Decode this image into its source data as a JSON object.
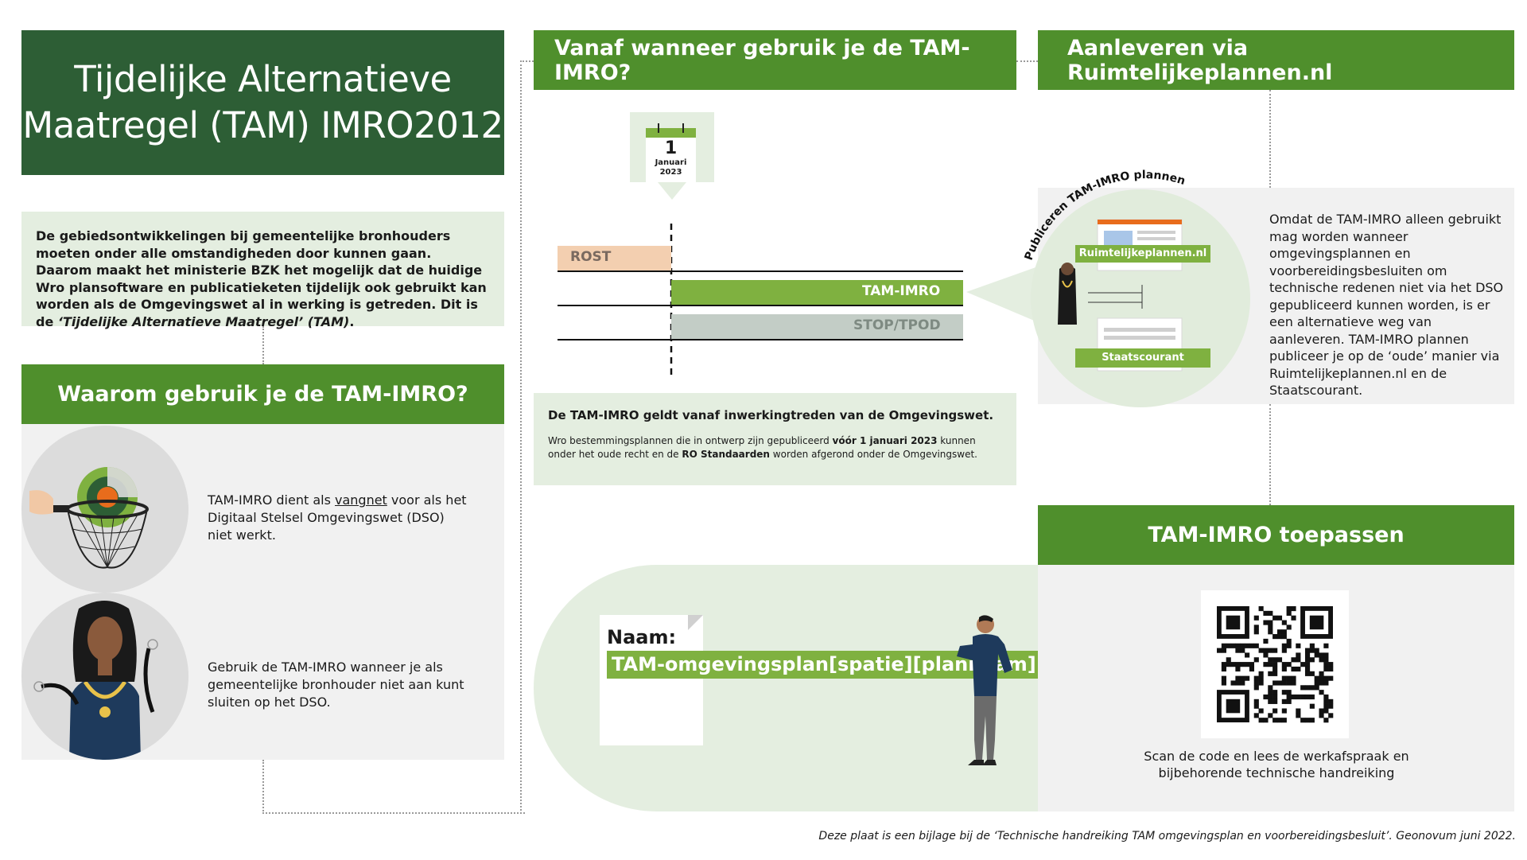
{
  "title": {
    "line1": "Tijdelijke Alternatieve",
    "line2": "Maatregel (TAM) IMRO2012"
  },
  "intro": {
    "text": "De gebiedsontwikkelingen bij gemeentelijke bronhouders moeten onder alle omstandigheden door kunnen gaan. Daarom maakt het ministerie BZK het mogelijk dat de huidige Wro plansoftware en publicatieketen tijdelijk ook gebruikt kan worden als de Omgevingswet al in werking is getreden. Dit is de ",
    "emph": "‘Tijdelijke Alternatieve Maatregel’ (TAM)",
    "end": "."
  },
  "why": {
    "heading": "Waarom gebruik je de TAM-IMRO?",
    "item1_pre": "TAM-IMRO dient als ",
    "item1_link": "vangnet",
    "item1_post": " voor als het Digitaal Stelsel Omgevingswet (DSO) niet werkt.",
    "item2": "Gebruik de TAM-IMRO wanneer je als gemeentelijke bronhouder niet aan kunt sluiten op het DSO."
  },
  "when": {
    "heading": "Vanaf wanneer gebruik je de TAM-IMRO?",
    "calendar_day": "1",
    "calendar_month": "Januari",
    "calendar_year": "2023",
    "bars": [
      "ROST",
      "TAM-IMRO",
      "STOP/TPOD"
    ],
    "note_big": "De TAM-IMRO geldt vanaf inwerkingtreden van de Omgevingswet.",
    "note_small_1": "Wro bestemmingsplannen die in ontwerp zijn gepubliceerd ",
    "note_small_b1": "vóór 1 januari 2023",
    "note_small_2": " kunnen onder het oude recht en de ",
    "note_small_b2": "RO Standaarden",
    "note_small_3": " worden afgerond onder de Omgevingswet."
  },
  "deliver": {
    "heading": "Aanleveren via Ruimtelijkeplannen.nl",
    "arc_label": "Publiceren TAM-IMRO plannen",
    "site1": "Ruimtelijkeplannen.nl",
    "site2": "Staatscourant",
    "text": "Omdat de TAM-IMRO alleen gebruikt mag worden wanneer omgevingsplannen en voorbereidingsbesluiten om technische redenen niet via het DSO gepubliceerd kunnen worden, is er een alternatieve weg van aanleveren. TAM-IMRO plannen publiceer je op de ‘oude’ manier via Ruimtelijkeplannen.nl en de Staatscourant."
  },
  "naming": {
    "label": "Naam:",
    "value": "TAM-omgevingsplan[spatie][plannaam]"
  },
  "apply": {
    "heading": "TAM-IMRO toepassen",
    "caption": "Scan de code en lees de werkafspraak en bijbehorende technische handreiking"
  },
  "footer": "Deze plaat is een bijlage bij de ‘Technische handreiking TAM omgevingsplan en voorbereidingsbesluit’. Geonovum juni 2022.",
  "colors": {
    "dark_green": "#2d5e35",
    "green": "#4f8f2c",
    "light_green": "#e4eee0",
    "bar_green": "#7fb140",
    "rost": "#f3cfb0",
    "stop": "#c3cdc6"
  }
}
